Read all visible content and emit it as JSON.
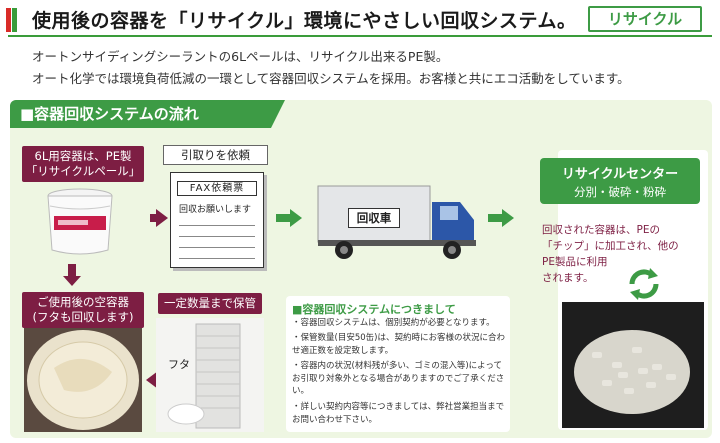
{
  "header": {
    "title": "使用後の容器を「リサイクル」環境にやさしい回収システム。",
    "tag": "リサイクル",
    "colors": {
      "red": "#d92b27",
      "green": "#3a9c3a",
      "maroon": "#7d1e43"
    }
  },
  "intro": {
    "line1": "オートンサイディングシーラントの6Lペールは、リサイクル出来るPE製。",
    "line2": "オート化学では環境負荷低減の一環として容器回収システムを採用。お客様と共にエコ活動をしています。"
  },
  "section": {
    "title": "■容器回収システムの流れ",
    "step1": {
      "label_line1": "6L用容器は、PE製",
      "label_line2": "「リサイクルペール」"
    },
    "step2": {
      "label": "引取りを依頼",
      "fax_title": "FAX依頼票",
      "fax_text": "回収お願いします"
    },
    "step3": {
      "truck_text": "回収車"
    },
    "step4": {
      "title": "リサイクルセンター",
      "subtitle": "分別・破砕・粉砕",
      "desc": [
        "回収された容器は、PEの",
        "「チップ」に加工され、他の",
        "PE製品に利用",
        "されます。"
      ]
    },
    "step5": {
      "label_line1": "ご使用後の空容器",
      "label_line2": "(フタも回収します)"
    },
    "step6": {
      "label": "一定数量まで保管",
      "lid": "フタ"
    },
    "notes": {
      "title": "■容器回収システムにつきまして",
      "items": [
        "・容器回収システムは、個別契約が必要となります。",
        "・保管数量(目安50缶)は、契約時にお客様の状況に合わせ適正数を設定致します。",
        "・容器内の状況(材料残が多い、ゴミの混入等)によってお引取り対象外となる場合がありますのでご了承ください。",
        "・詳しい契約内容等につきましては、弊社営業担当までお問い合わせ下さい。"
      ]
    }
  }
}
